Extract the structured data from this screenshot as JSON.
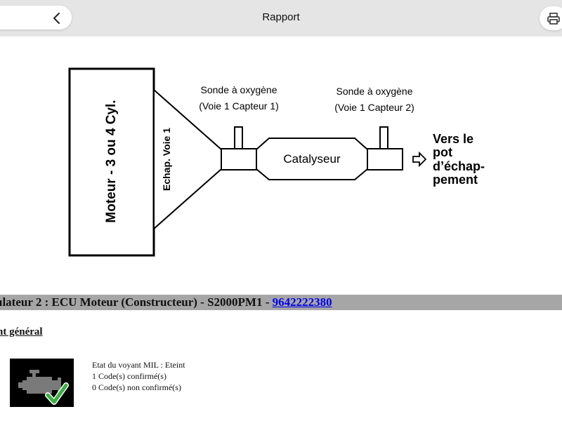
{
  "header": {
    "title": "Rapport",
    "back_icon": "chevron-left-icon",
    "print_icon": "printer-icon"
  },
  "diagram": {
    "engine_label": "Moteur - 3 ou 4 Cyl.",
    "exhaust_label": "Echap. Voie 1",
    "sensor1_line1": "Sonde à oxygène",
    "sensor1_line2": "(Voie 1 Capteur 1)",
    "sensor2_line1": "Sonde à oxygène",
    "sensor2_line2": "(Voie 1 Capteur 2)",
    "catalyst_label": "Catalyseur",
    "outlet_line1": "Vers le",
    "outlet_line2": "pot",
    "outlet_line3": "d’échap-",
    "outlet_line4": "pement"
  },
  "ecu": {
    "text": "ulateur 2 : ECU Moteur (Constructeur) - S2000PM1 - ",
    "link": "9642222380"
  },
  "section": {
    "title": "nt général"
  },
  "status": {
    "mil": "Etat du voyant MIL : Eteint",
    "confirmed": "1 Code(s) confirmé(s)",
    "unconfirmed": "0 Code(s) non confirmé(s)",
    "icon": "engine-check-icon",
    "check_color": "#3cb043"
  }
}
